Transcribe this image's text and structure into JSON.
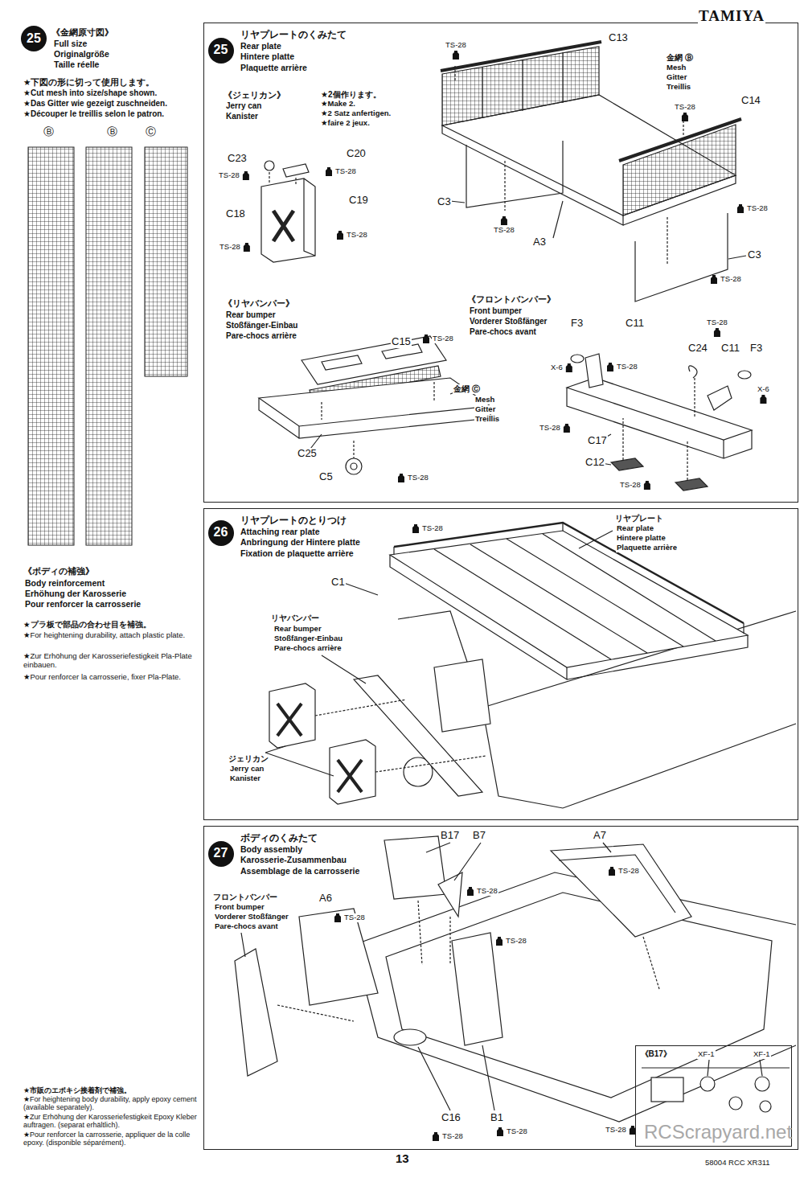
{
  "diagram": {
    "nodes": [
      {
        "text": [
          "25"
        ]
      },
      {
        "text": [
          "リヤプレートのくみたて",
          "Rear plate",
          "Hintere platte",
          "Plaquette arrière"
        ]
      },
      {
        "text": [
          "25"
        ],
        "in": 1
      },
      {
        "text": [
          "リヤプレートのとりつけ",
          "Attaching rear plate",
          "Anbringung der Hintere platte",
          "Fixation de plaquette arrière"
        ]
      },
      {
        "text": [
          "26"
        ],
        "in": 3
      },
      {
        "text": [
          "ボディのくみたて",
          "Body assembly",
          "Karosserie-Zusammenbau",
          "Assemblage de la carrosserie"
        ]
      },
      {
        "text": [
          "27"
        ],
        "in": 5
      },
      {
        "text": [
          "《B17》"
        ],
        "in": 5
      }
    ],
    "labels": [
      "TAMIYA",
      "《金網原寸図》",
      "Full size",
      "Originalgröße",
      "Taille réelle",
      "★下図の形に切って使用します。",
      "★Cut mesh into size/shape shown.",
      "★Das Gitter wie gezeigt zuschneiden.",
      "★Découper le treillis selon le patron.",
      "Ⓑ",
      "Ⓑ",
      "Ⓒ",
      "《ボディの補強》",
      "Body reinforcement",
      "Erhöhung der Karosserie",
      "Pour renforcer la carrosserie",
      "★プラ板で部品の合わせ目を補強。",
      "★For heightening durability, attach plastic plate.",
      "★Zur Erhöhung der Karosseriefestigkeit Pla-Plate einbauen.",
      "★Pour renforcer la carrosserie, fixer Pla-Plate.",
      "★市販のエポキシ接着剤で補強。",
      "★For heightening body durability, apply epoxy cement (available separately).",
      "★Zur Erhöhung der Karosseriefestigkeit Epoxy Kleber auftragen. (separat erhältlich).",
      "★Pour renforcer la carrosserie, appliquer de la colle epoxy. (disponible séparément).",
      "《ジェリカン》",
      "Jerry can",
      "Kanister",
      "★2個作ります。",
      "★Make 2.",
      "★2 Satz anfertigen.",
      "★faire 2 jeux.",
      "C23",
      "TS-28",
      "C20",
      "TS-28",
      "C19",
      "C18",
      "TS-28",
      "TS-28",
      "TS-28",
      "C13",
      "金網 Ⓑ",
      "Mesh",
      "Gitter",
      "Treillis",
      "TS-28",
      "C14",
      "TS-28",
      "C3",
      "TS-28",
      "A3",
      "C3",
      "TS-28",
      "《リヤバンパー》",
      "Rear bumper",
      "Stoßfänger-Einbau",
      "Pare-chocs arrière",
      "C15",
      "TS-28",
      "金網 Ⓒ",
      "Mesh",
      "Gitter",
      "Treillis",
      "C25",
      "C5",
      "TS-28",
      "《フロントバンパー》",
      "Front bumper",
      "Vorderer Stoßfänger",
      "Pare-chocs avant",
      "F3",
      "C11",
      "TS-28",
      "C24",
      "C11",
      "F3",
      "X-6",
      "TS-28",
      "X-6",
      "TS-28",
      "C17",
      "C12",
      "TS-28",
      "TS-28",
      "C1",
      "リヤプレート",
      "Rear plate",
      "Hintere platte",
      "Plaquette arrière",
      "リヤバンパー",
      "Rear bumper",
      "Stoßfänger-Einbau",
      "Pare-chocs arrière",
      "ジェリカン",
      "Jerry can",
      "Kanister",
      "B17",
      "B7",
      "A7",
      "TS-28",
      "TS-28",
      "A6",
      "TS-28",
      "TS-28",
      "フロントバンパー",
      "Front bumper",
      "Vorderer Stoßfänger",
      "Pare-chocs avant",
      "C16",
      "B1",
      "TS-28",
      "TS-28",
      "XF-1",
      "XF-1",
      "TS-28",
      "RCScrapyard.net",
      "13",
      "58004 RCC XR311"
    ]
  }
}
